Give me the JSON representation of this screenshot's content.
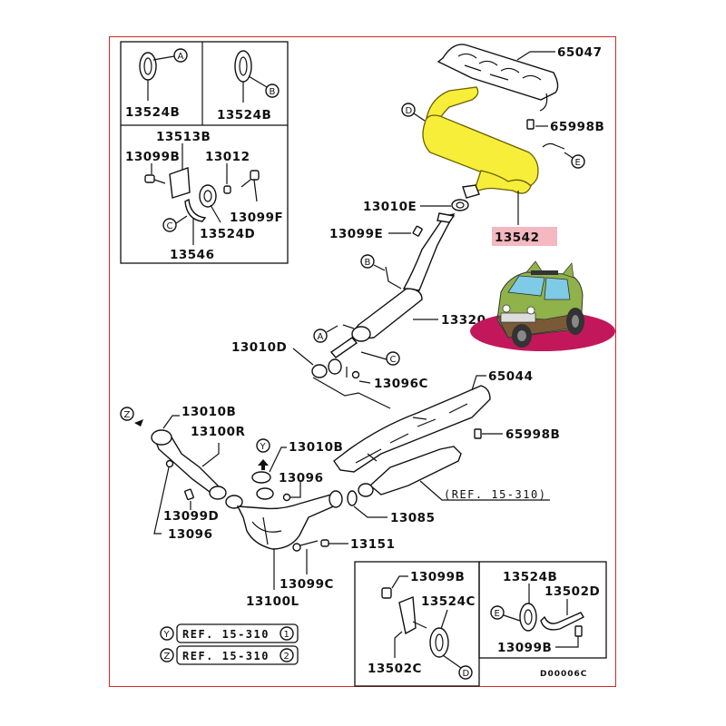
{
  "diagram": {
    "title": "Exhaust system parts diagram",
    "drawing_code": "D00006C",
    "highlight_color": "#f7ee3a",
    "highlight_label_bg": "#f4b8c0",
    "frame_color": "#cc2a2a",
    "callouts": {
      "A": "A",
      "B": "B",
      "C": "C",
      "D": "D",
      "E": "E",
      "Y": "Y",
      "Z": "Z"
    },
    "inset_top_left": {
      "cell_a": {
        "part": "13524B",
        "callout": "A"
      },
      "cell_b": {
        "part": "13524B",
        "callout": "B"
      },
      "cell_c": {
        "parts": [
          "13513B",
          "13099B",
          "13012",
          "13099F",
          "13524D",
          "13546"
        ],
        "callout": "C"
      }
    },
    "main_parts": {
      "p65047": "65047",
      "p65998B_top": "65998B",
      "p13010E": "13010E",
      "p13099E": "13099E",
      "p13542": "13542",
      "p13320": "13320",
      "p13010D": "13010D",
      "p13096C": "13096C",
      "p65044": "65044",
      "p65998B_mid": "65998B",
      "p13010B_left": "13010B",
      "p13100R": "13100R",
      "p13010B_mid": "13010B",
      "p13096_mid": "13096",
      "p13099D": "13099D",
      "p13096_left": "13096",
      "p13085": "13085",
      "p13151": "13151",
      "p13099C": "13099C",
      "p13100L": "13100L",
      "ref_cat": "(REF. 15-310)"
    },
    "ref_notes": [
      {
        "callout": "Y",
        "text": "REF. 15-310",
        "num": "1"
      },
      {
        "callout": "Z",
        "text": "REF. 15-310",
        "num": "2"
      }
    ],
    "inset_bottom_left": {
      "parts": [
        "13099B",
        "13524C",
        "13502C"
      ],
      "callout": "D"
    },
    "inset_bottom_right": {
      "parts": [
        "13524B",
        "13502D",
        "13099B"
      ],
      "callout": "E"
    },
    "vehicle_image": "cartoon-suv-icon"
  }
}
